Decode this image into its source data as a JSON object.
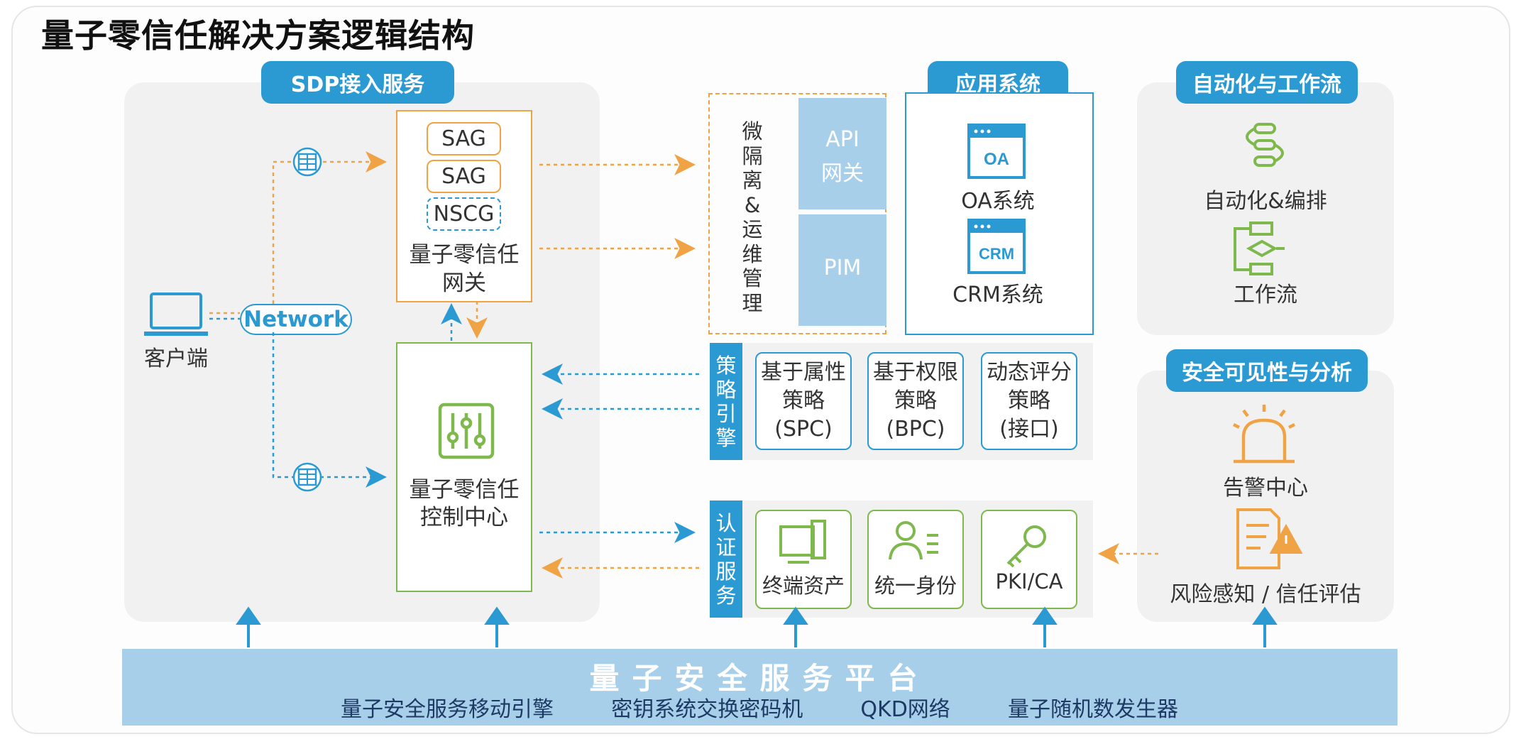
{
  "title": "量子零信任解决方案逻辑结构",
  "sdp": {
    "header": "SDP接入服务",
    "client_label": "客户端",
    "network_label": "Network",
    "gateway_items": [
      "SAG",
      "SAG",
      "NSCG"
    ],
    "gateway_label_line1": "量子零信任",
    "gateway_label_line2": "网关",
    "control_label_line1": "量子零信任",
    "control_label_line2": "控制中心"
  },
  "microseg": {
    "vertical_text": [
      "微",
      "隔",
      "离",
      "&",
      "运",
      "维",
      "管",
      "理"
    ],
    "api_line1": "API",
    "api_line2": "网关",
    "pim": "PIM"
  },
  "apps": {
    "header": "应用系统",
    "oa_icon": "OA",
    "oa_label": "OA系统",
    "crm_icon": "CRM",
    "crm_label": "CRM系统"
  },
  "automation": {
    "header": "自动化与工作流",
    "item1": "自动化&编排",
    "item2": "工作流"
  },
  "policy": {
    "tab": [
      "策",
      "略",
      "引",
      "擎"
    ],
    "cards": [
      [
        "基于属性",
        "策略",
        "(SPC)"
      ],
      [
        "基于权限",
        "策略",
        "(BPC)"
      ],
      [
        "动态评分",
        "策略",
        "(接口)"
      ]
    ]
  },
  "auth": {
    "tab": [
      "认",
      "证",
      "服",
      "务"
    ],
    "cards": [
      "终端资产",
      "统一身份",
      "PKI/CA"
    ]
  },
  "security": {
    "header": "安全可见性与分析",
    "item1": "告警中心",
    "item2": "风险感知 / 信任评估"
  },
  "platform": {
    "title": "量子安全服务平台",
    "items": [
      "量子安全服务移动引擎",
      "密钥系统交换密码机",
      "QKD网络",
      "量子随机数发生器"
    ]
  },
  "colors": {
    "blue": "#2b9ad3",
    "orange": "#f0a344",
    "green": "#7fb84d",
    "light_blue": "#a8cfe9",
    "panel_gray": "#f1f1f1"
  }
}
